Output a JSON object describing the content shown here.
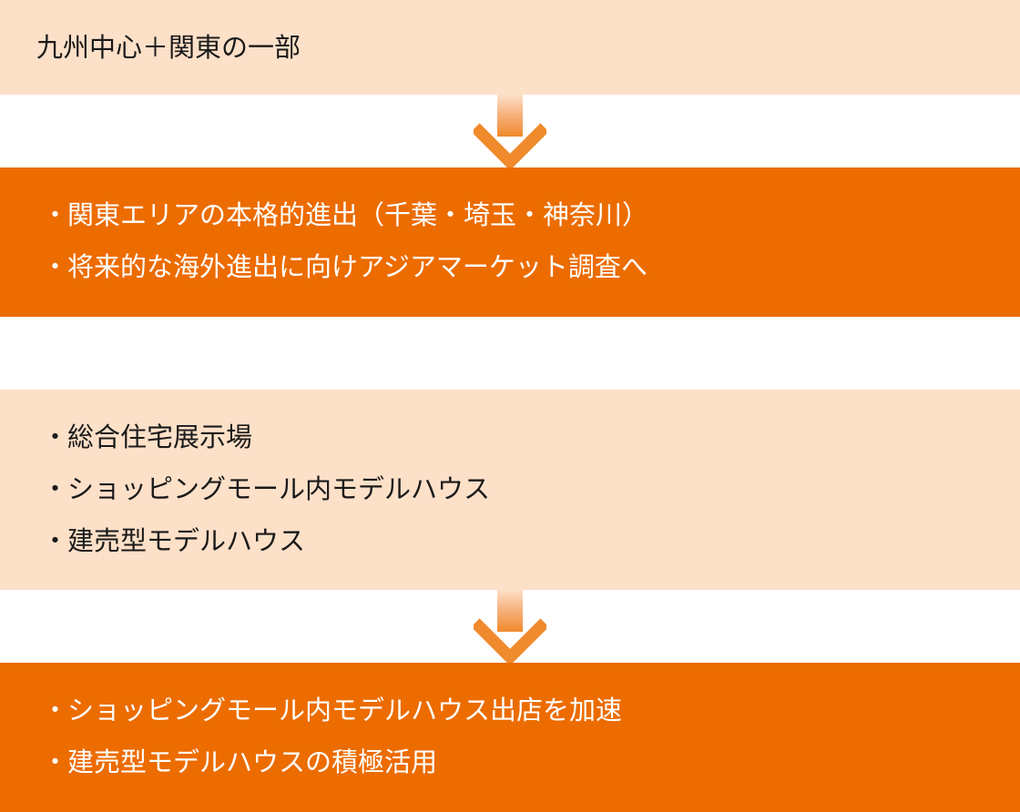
{
  "flow_top": {
    "header": {
      "title": "九州中心＋関東の一部"
    },
    "result": {
      "items": [
        "関東エリアの本格的進出（千葉・埼玉・神奈川）",
        "将来的な海外進出に向けアジアマーケット調査へ"
      ]
    }
  },
  "flow_bottom": {
    "header": {
      "items": [
        "総合住宅展示場",
        "ショッピングモール内モデルハウス",
        "建売型モデルハウス"
      ]
    },
    "result": {
      "items": [
        "ショッピングモール内モデルハウス出店を加速",
        "建売型モデルハウスの積極活用"
      ]
    }
  },
  "bullet_char": "・",
  "colors": {
    "light_box": "#FDE0C8",
    "dark_box": "#EC6C00",
    "arrow_top": "#FDE0C8",
    "arrow_bottom": "#F08A2C",
    "text_dark": "#1a1a1a",
    "text_light": "#ffffff"
  }
}
